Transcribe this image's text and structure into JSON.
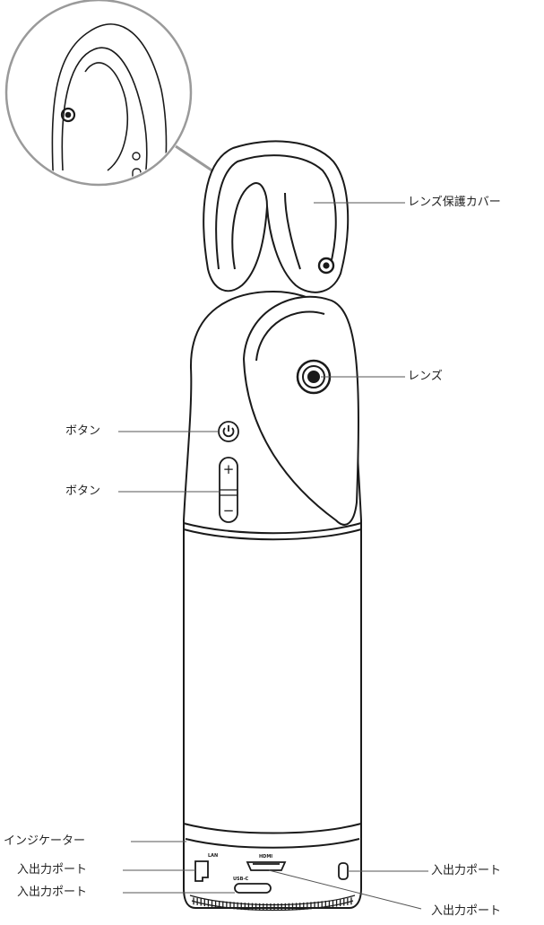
{
  "callouts": {
    "lens_cover": "レンズ保護カバー",
    "lens": "レンズ",
    "power_button": "ボタン",
    "volume_button": "ボタン",
    "indicator": "インジケーター",
    "lan_port": "入出力ポート",
    "usbc_port": "入出力ポート",
    "right_port": "入出力ポート",
    "hdmi_port": "入出力ポート"
  },
  "port_markings": {
    "lan": "LAN",
    "hdmi": "HDMI",
    "usbc": "USB-C"
  },
  "button_symbols": {
    "plus": "+",
    "minus": "−"
  },
  "colors": {
    "line": "#1a1a1a",
    "callout_line": "#555555",
    "zoom_circle": "#9a9a9a",
    "body_fill": "#ffffff"
  }
}
